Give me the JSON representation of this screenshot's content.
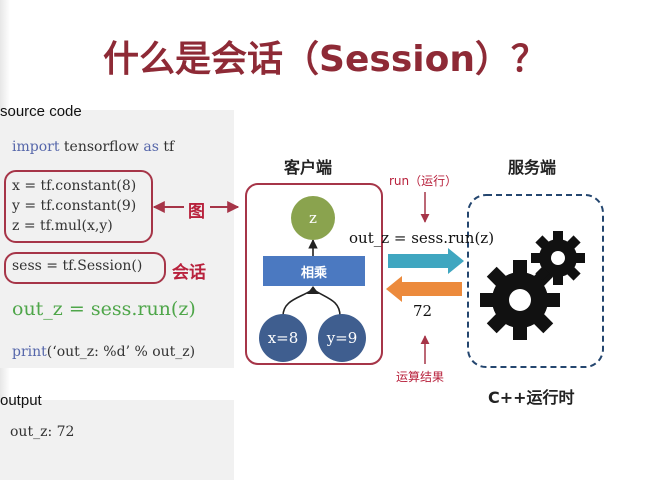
{
  "title": "什么是会话（Session）？",
  "source_label": "source code",
  "code": {
    "import_kw": "import",
    "import_mod": " tensorflow ",
    "as_kw": "as",
    "import_alias": " tf",
    "line_x": "x = tf.constant(8)",
    "line_y": "y = tf.constant(9)",
    "line_z": "z = tf.mul(x,y)",
    "line_sess": "sess = tf.Session()",
    "line_run": "out_z = sess.run(z)",
    "print_kw": "print",
    "print_rest": "(‘out_z: %d’ % out_z)"
  },
  "graph_label": "图",
  "session_label": "会话",
  "output_label": "output",
  "output_value": "out_z: 72",
  "client_heading": "客户端",
  "server_heading": "服务端",
  "run_label": "run（运行）",
  "call_text": "out_z = sess.run(z)",
  "result_value": "72",
  "result_label": "运算结果",
  "runtime_label": "C++运行时",
  "graph_nodes": {
    "z": "z",
    "mul": "相乘",
    "x": "x=8",
    "y": "y=9"
  },
  "colors": {
    "title": "#8e2a36",
    "accent_red": "#b8213c",
    "box_red": "#a63548",
    "node_green": "#8aa34e",
    "node_blue": "#3f5e8f",
    "mul_blue": "#4b79c1",
    "arrow_teal": "#3fa6c0",
    "arrow_orange": "#ec8a3c",
    "server_dash": "#24466f"
  }
}
